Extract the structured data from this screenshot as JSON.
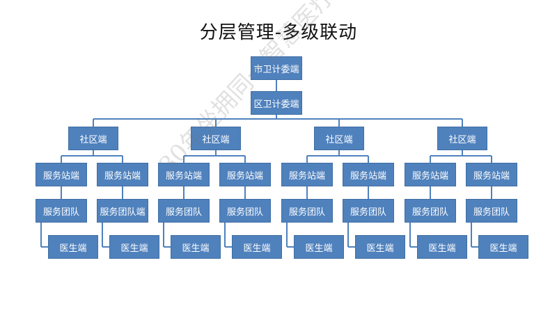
{
  "title": "分层管理-多级联动",
  "watermark": "30年坐拥同一智慧医疗",
  "colors": {
    "node_fill": "#4f81bd",
    "line": "#4f81bd"
  },
  "root": "市卫计委端",
  "district": "区卫计委端",
  "communities": [
    {
      "label": "社区端",
      "stations": [
        {
          "label": "服务站端",
          "team": "服务团队",
          "doctor": "医生端"
        },
        {
          "label": "服务站端",
          "team": "服务团队端",
          "doctor": "医生端"
        }
      ]
    },
    {
      "label": "社区端",
      "stations": [
        {
          "label": "服务站端",
          "team": "服务团队",
          "doctor": "医生端"
        },
        {
          "label": "服务站端",
          "team": "服务团队",
          "doctor": "医生端"
        }
      ]
    },
    {
      "label": "社区端",
      "stations": [
        {
          "label": "服务站端",
          "team": "服务团队",
          "doctor": "医生端"
        },
        {
          "label": "服务站端",
          "team": "服务团队",
          "doctor": "医生端"
        }
      ]
    },
    {
      "label": "社区端",
      "stations": [
        {
          "label": "服务站端",
          "team": "服务团队",
          "doctor": "医生端"
        },
        {
          "label": "服务站端",
          "team": "服务团队",
          "doctor": "医生端"
        }
      ]
    }
  ]
}
